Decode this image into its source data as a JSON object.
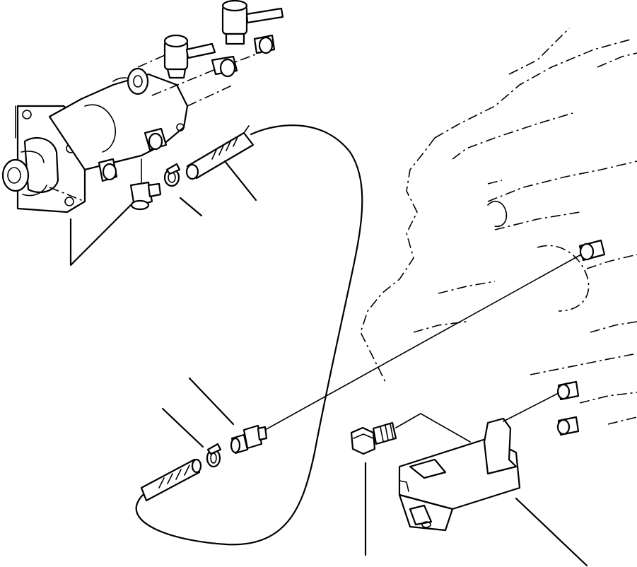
{
  "diagram": {
    "parts": [
      "air-valve-assembly",
      "elbow-fitting",
      "hose-clamp-upper",
      "hose-upper",
      "tube-line",
      "connector-fitting",
      "hose-clamp-lower",
      "hose-lower",
      "bolt",
      "mounting-bracket",
      "transmission-housing"
    ]
  }
}
